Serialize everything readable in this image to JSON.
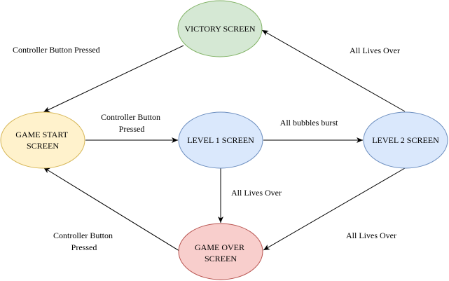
{
  "nodes": {
    "victory": {
      "label_lines": [
        "VICTORY SCREEN"
      ],
      "fill": "#d5e8d4",
      "stroke": "#82b366"
    },
    "game_start": {
      "label_lines": [
        "GAME START",
        "SCREEN"
      ],
      "fill": "#fff2cc",
      "stroke": "#d6b656"
    },
    "level1": {
      "label_lines": [
        "LEVEL 1 SCREEN"
      ],
      "fill": "#dae8fc",
      "stroke": "#6c8ebf"
    },
    "level2": {
      "label_lines": [
        "LEVEL 2 SCREEN"
      ],
      "fill": "#dae8fc",
      "stroke": "#6c8ebf"
    },
    "game_over": {
      "label_lines": [
        "GAME OVER",
        "SCREEN"
      ],
      "fill": "#f8cecc",
      "stroke": "#b85450"
    }
  },
  "edges": {
    "victory_to_start": {
      "label_lines": [
        "Controller Button Pressed"
      ]
    },
    "start_to_level1": {
      "label_lines": [
        "Controller Button",
        "Pressed"
      ]
    },
    "level1_to_level2": {
      "label_lines": [
        "All bubbles burst"
      ]
    },
    "level2_to_victory": {
      "label_lines": [
        "All Lives Over"
      ]
    },
    "level1_to_over": {
      "label_lines": [
        "All Lives Over"
      ]
    },
    "level2_to_over": {
      "label_lines": [
        "All Lives Over"
      ]
    },
    "over_to_start": {
      "label_lines": [
        "Controller Button",
        "Pressed"
      ]
    }
  }
}
